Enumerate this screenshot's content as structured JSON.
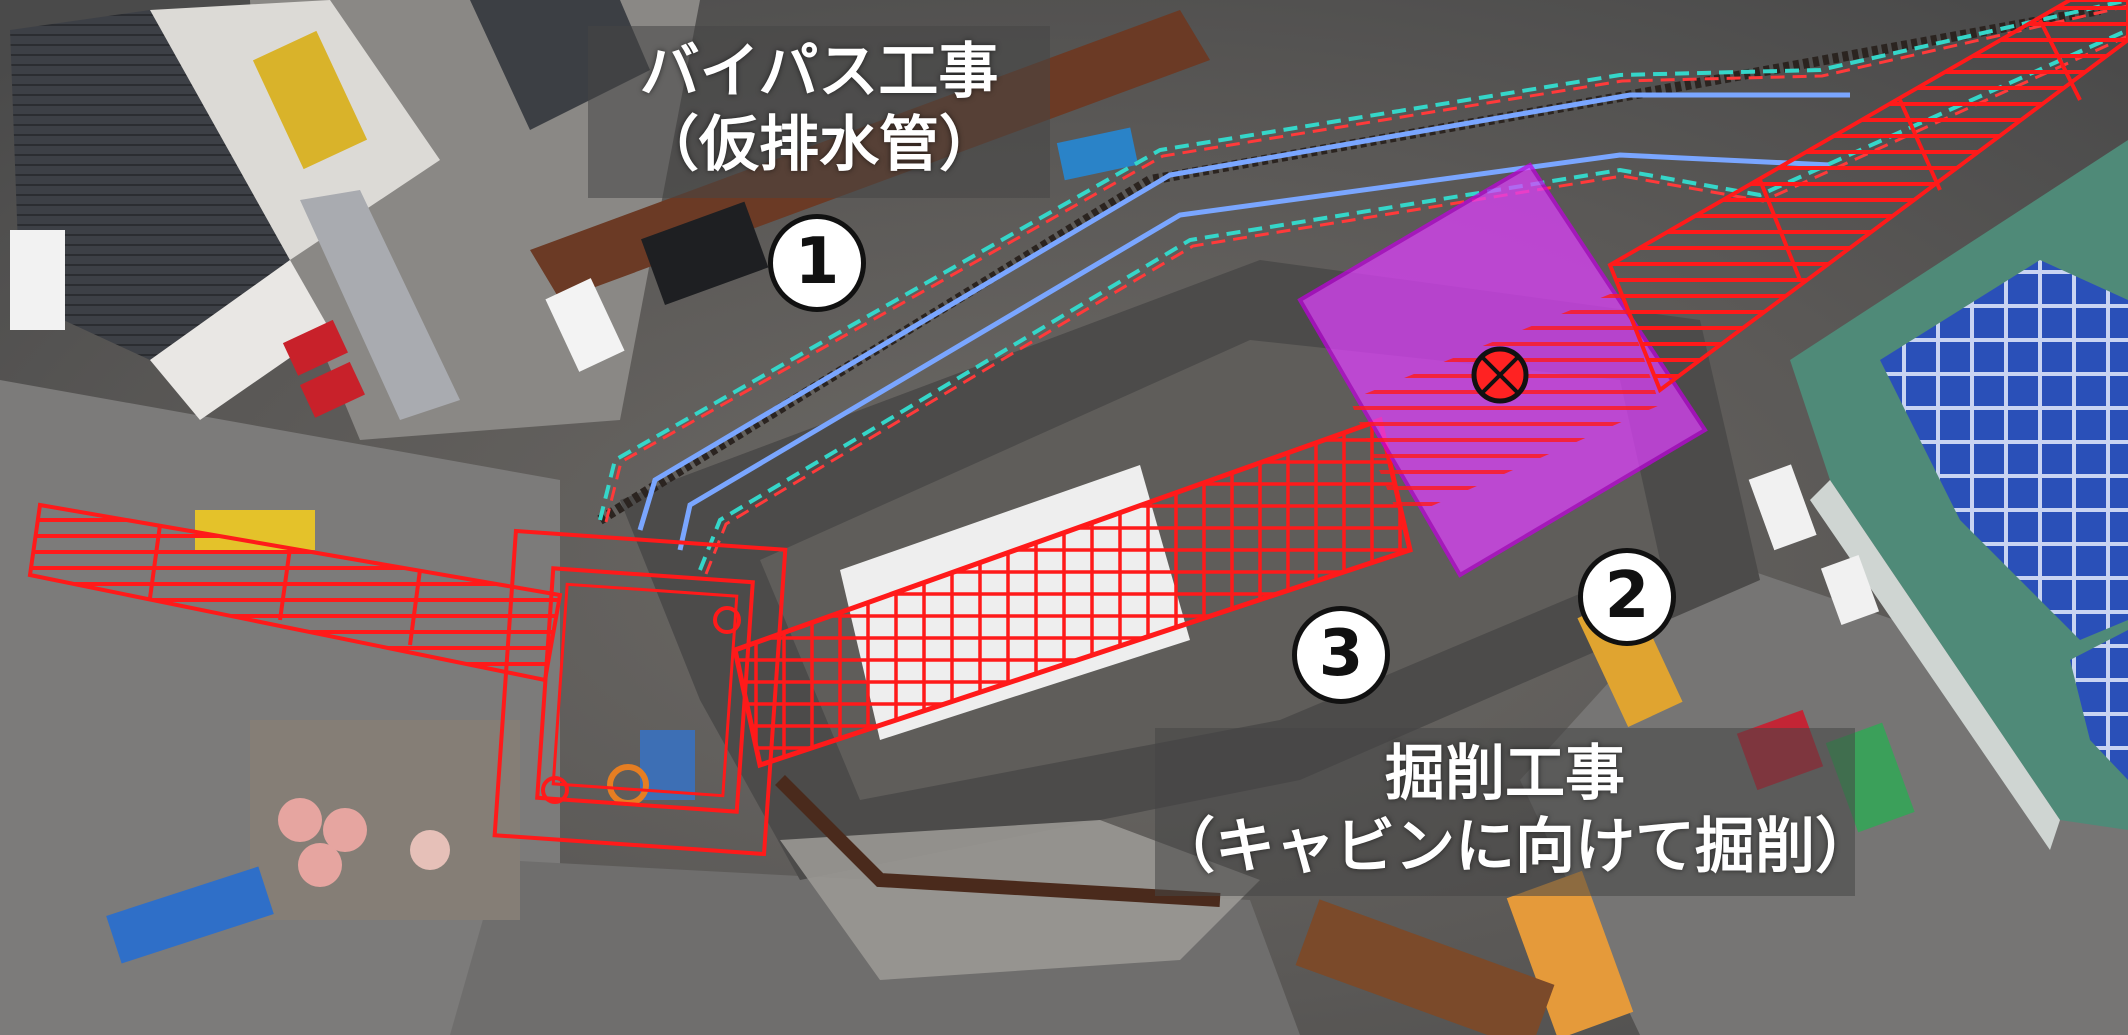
{
  "labels": {
    "bypass": {
      "line1": "バイパス工事",
      "line2": "（仮排水管）"
    },
    "excavation": {
      "line1": "掘削工事",
      "line2": "（キャビンに向けて掘削）"
    }
  },
  "markers": [
    "1",
    "2",
    "3"
  ],
  "colors": {
    "grid_red": "#ff1a1a",
    "cabin_magenta": "#e040ff",
    "pipe_blue": "#7aa6ff",
    "pipe_cyan": "#35d6c9",
    "label_bg": "#464646",
    "marker_border": "#111111"
  }
}
